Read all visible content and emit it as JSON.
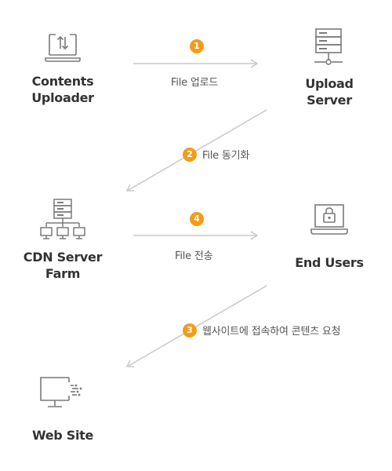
{
  "colors": {
    "icon": "#7a7a7a",
    "line": "#c8c8c8",
    "badge": "#f39c1b",
    "text": "#333333"
  },
  "nodes": {
    "uploader": {
      "label_line1": "Contents",
      "label_line2": "Uploader",
      "icon": "laptop-upload-icon"
    },
    "upload_server": {
      "label_line1": "Upload",
      "label_line2": "Server",
      "icon": "server-icon"
    },
    "cdn": {
      "label_line1": "CDN Server",
      "label_line2": "Farm",
      "icon": "server-farm-icon"
    },
    "end_users": {
      "label": "End Users",
      "icon": "laptop-lock-icon"
    },
    "web_site": {
      "label": "Web Site",
      "icon": "monitor-icon"
    }
  },
  "edges": [
    {
      "step": "1",
      "label": "File 업로드"
    },
    {
      "step": "2",
      "label": "File 동기화"
    },
    {
      "step": "4",
      "label": "File 전송"
    },
    {
      "step": "3",
      "label": "웹사이트에 접속하여 콘텐츠 요청"
    }
  ]
}
